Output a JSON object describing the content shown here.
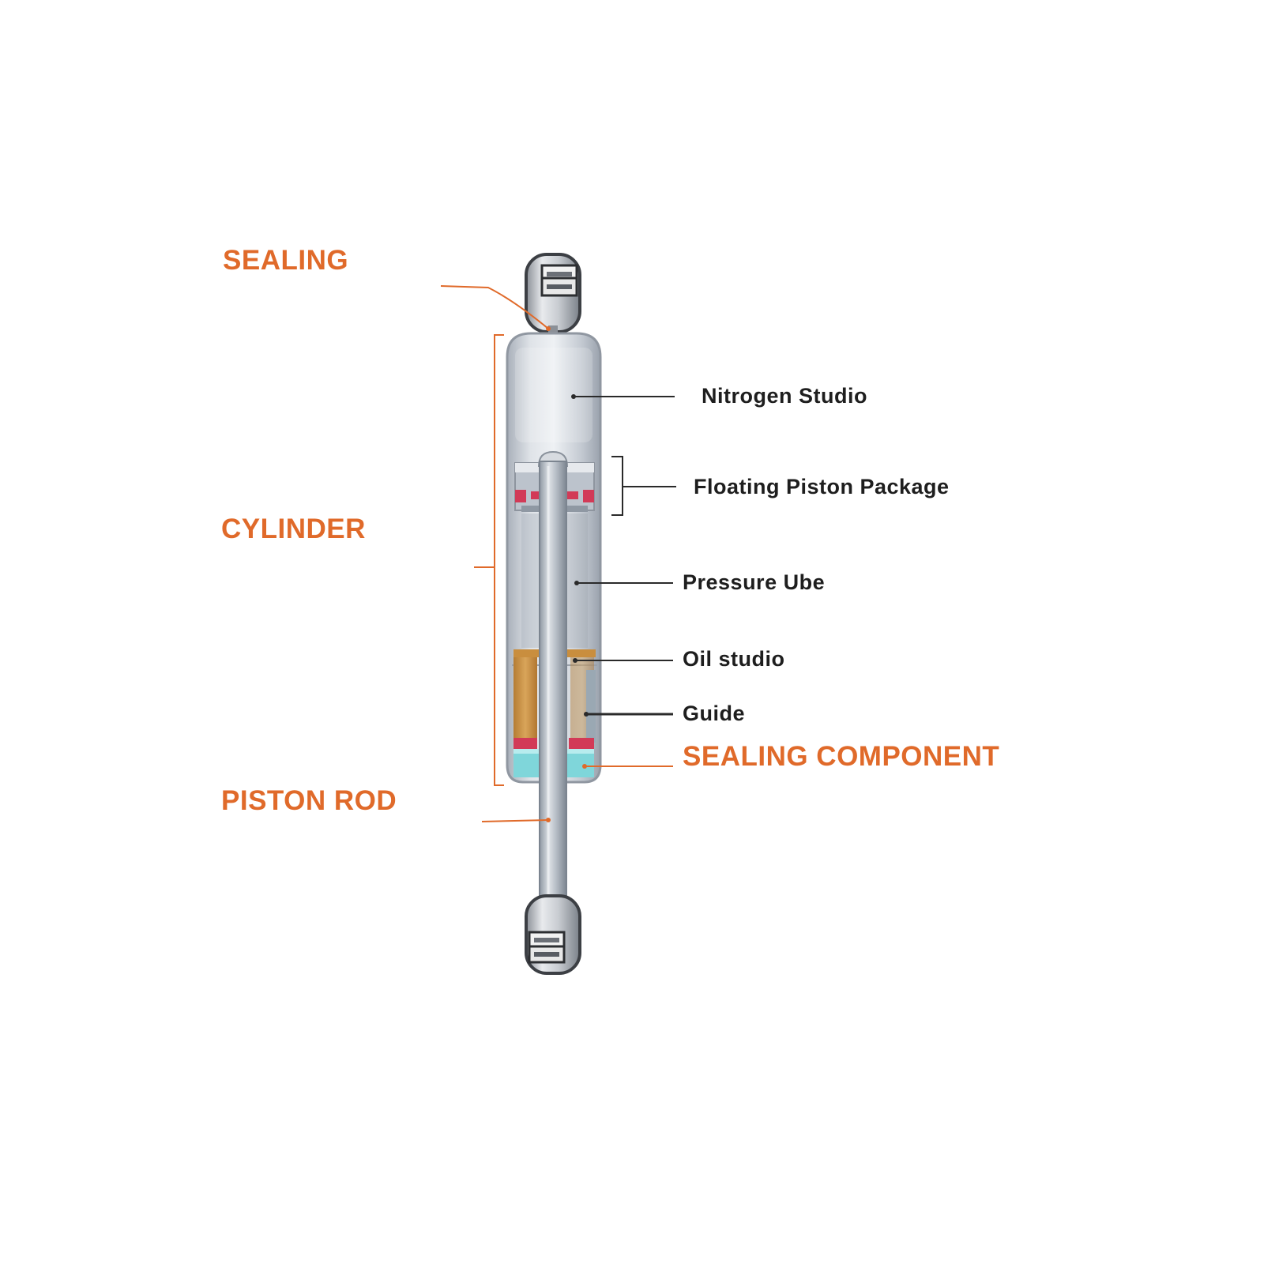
{
  "colors": {
    "accent": "#e06a2a",
    "label_text": "#1e1e1e",
    "tube": "#c9ced6",
    "oil": "#c98e3e",
    "seal": "#d23a57",
    "cyan_seal": "#7fd6da"
  },
  "left_labels": {
    "sealing": "SEALING",
    "cylinder": "CYLINDER",
    "piston_rod": "PISTON ROD"
  },
  "right_labels": {
    "nitrogen": "Nitrogen Studio",
    "floating_piston": "Floating Piston Package",
    "pressure_tube": "Pressure Ube",
    "oil": "Oil studio",
    "guide": "Guide",
    "sealing_component": "SEALING COMPONENT"
  }
}
